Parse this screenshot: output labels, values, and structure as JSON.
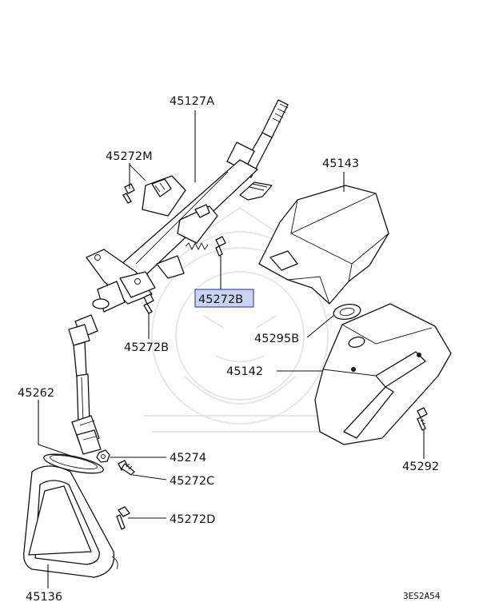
{
  "diagram": {
    "labels": {
      "p45127A": "45127A",
      "p45272M": "45272M",
      "p45143": "45143",
      "p45272B_hl": "45272B",
      "p45272B": "45272B",
      "p45295B": "45295B",
      "p45142": "45142",
      "p45262": "45262",
      "p45274": "45274",
      "p45272C": "45272C",
      "p45272D": "45272D",
      "p45292": "45292",
      "p45136": "45136"
    },
    "drawing_code": "3ES2A54",
    "highlighted_part": "45272B",
    "highlight_color": "#c9d3f2"
  }
}
